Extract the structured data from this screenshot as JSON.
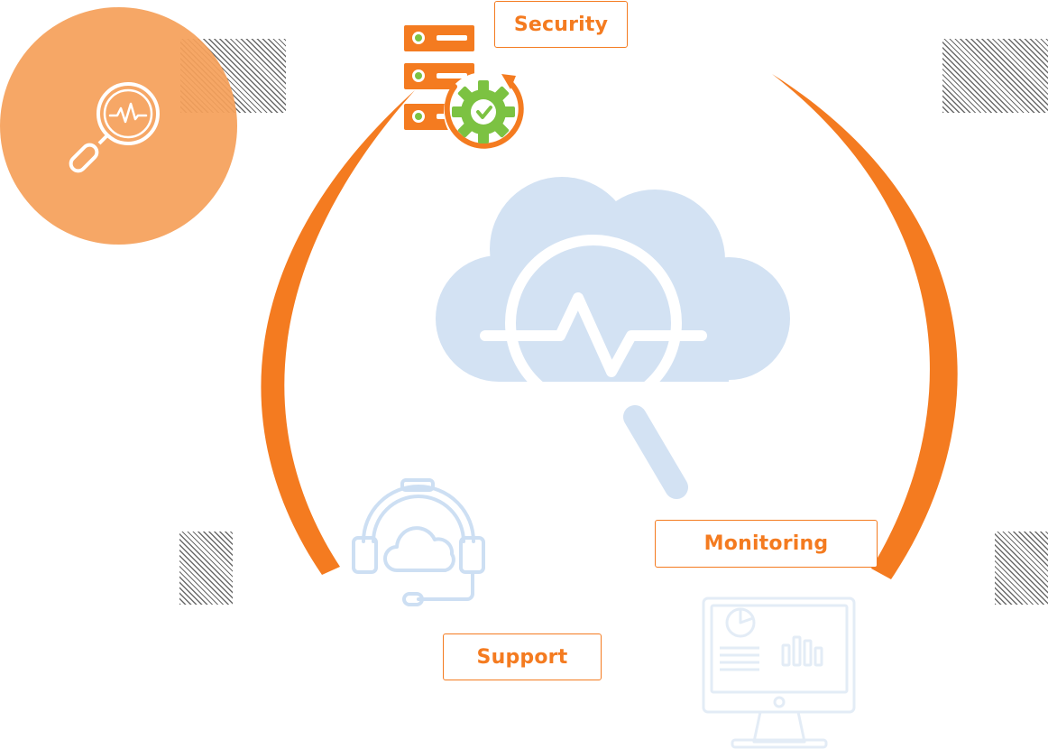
{
  "colors": {
    "accent": "#f47b20",
    "circle_fill": "#f5a05a",
    "cloud_fill": "#d3e2f3",
    "icon_blue": "#cddff3",
    "icon_blue_faint": "#e3ecf6",
    "gear_green": "#7cc242",
    "white": "#ffffff"
  },
  "labels": {
    "security": "Security",
    "monitoring": "Monitoring",
    "support": "Support"
  },
  "icons": {
    "badge": "search-pulse-icon",
    "center": "cloud-monitoring-icon",
    "security": "server-gear-icon",
    "support": "headset-cloud-icon",
    "monitoring": "dashboard-monitor-icon"
  }
}
